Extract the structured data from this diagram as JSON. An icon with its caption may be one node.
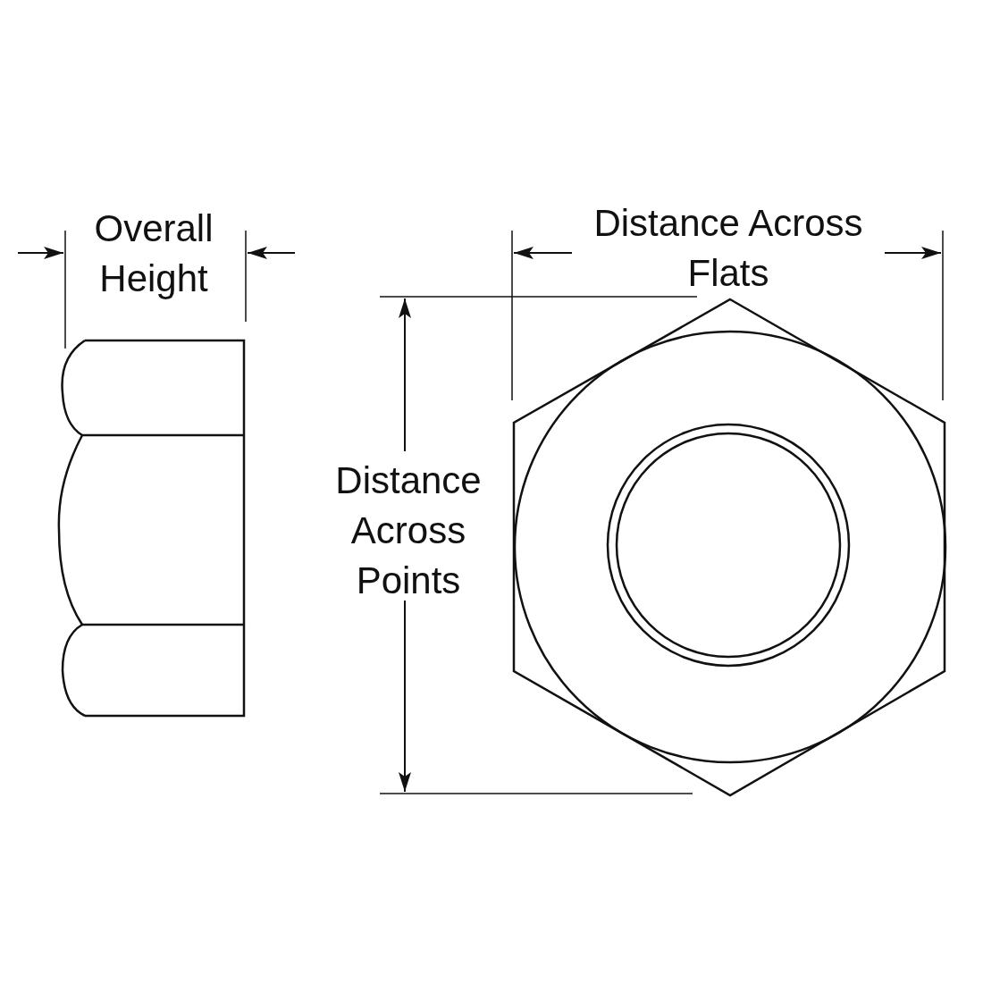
{
  "diagram": {
    "labels": [
      "Overall Height",
      "Distance Across Flats",
      "Distance Across Points"
    ]
  }
}
